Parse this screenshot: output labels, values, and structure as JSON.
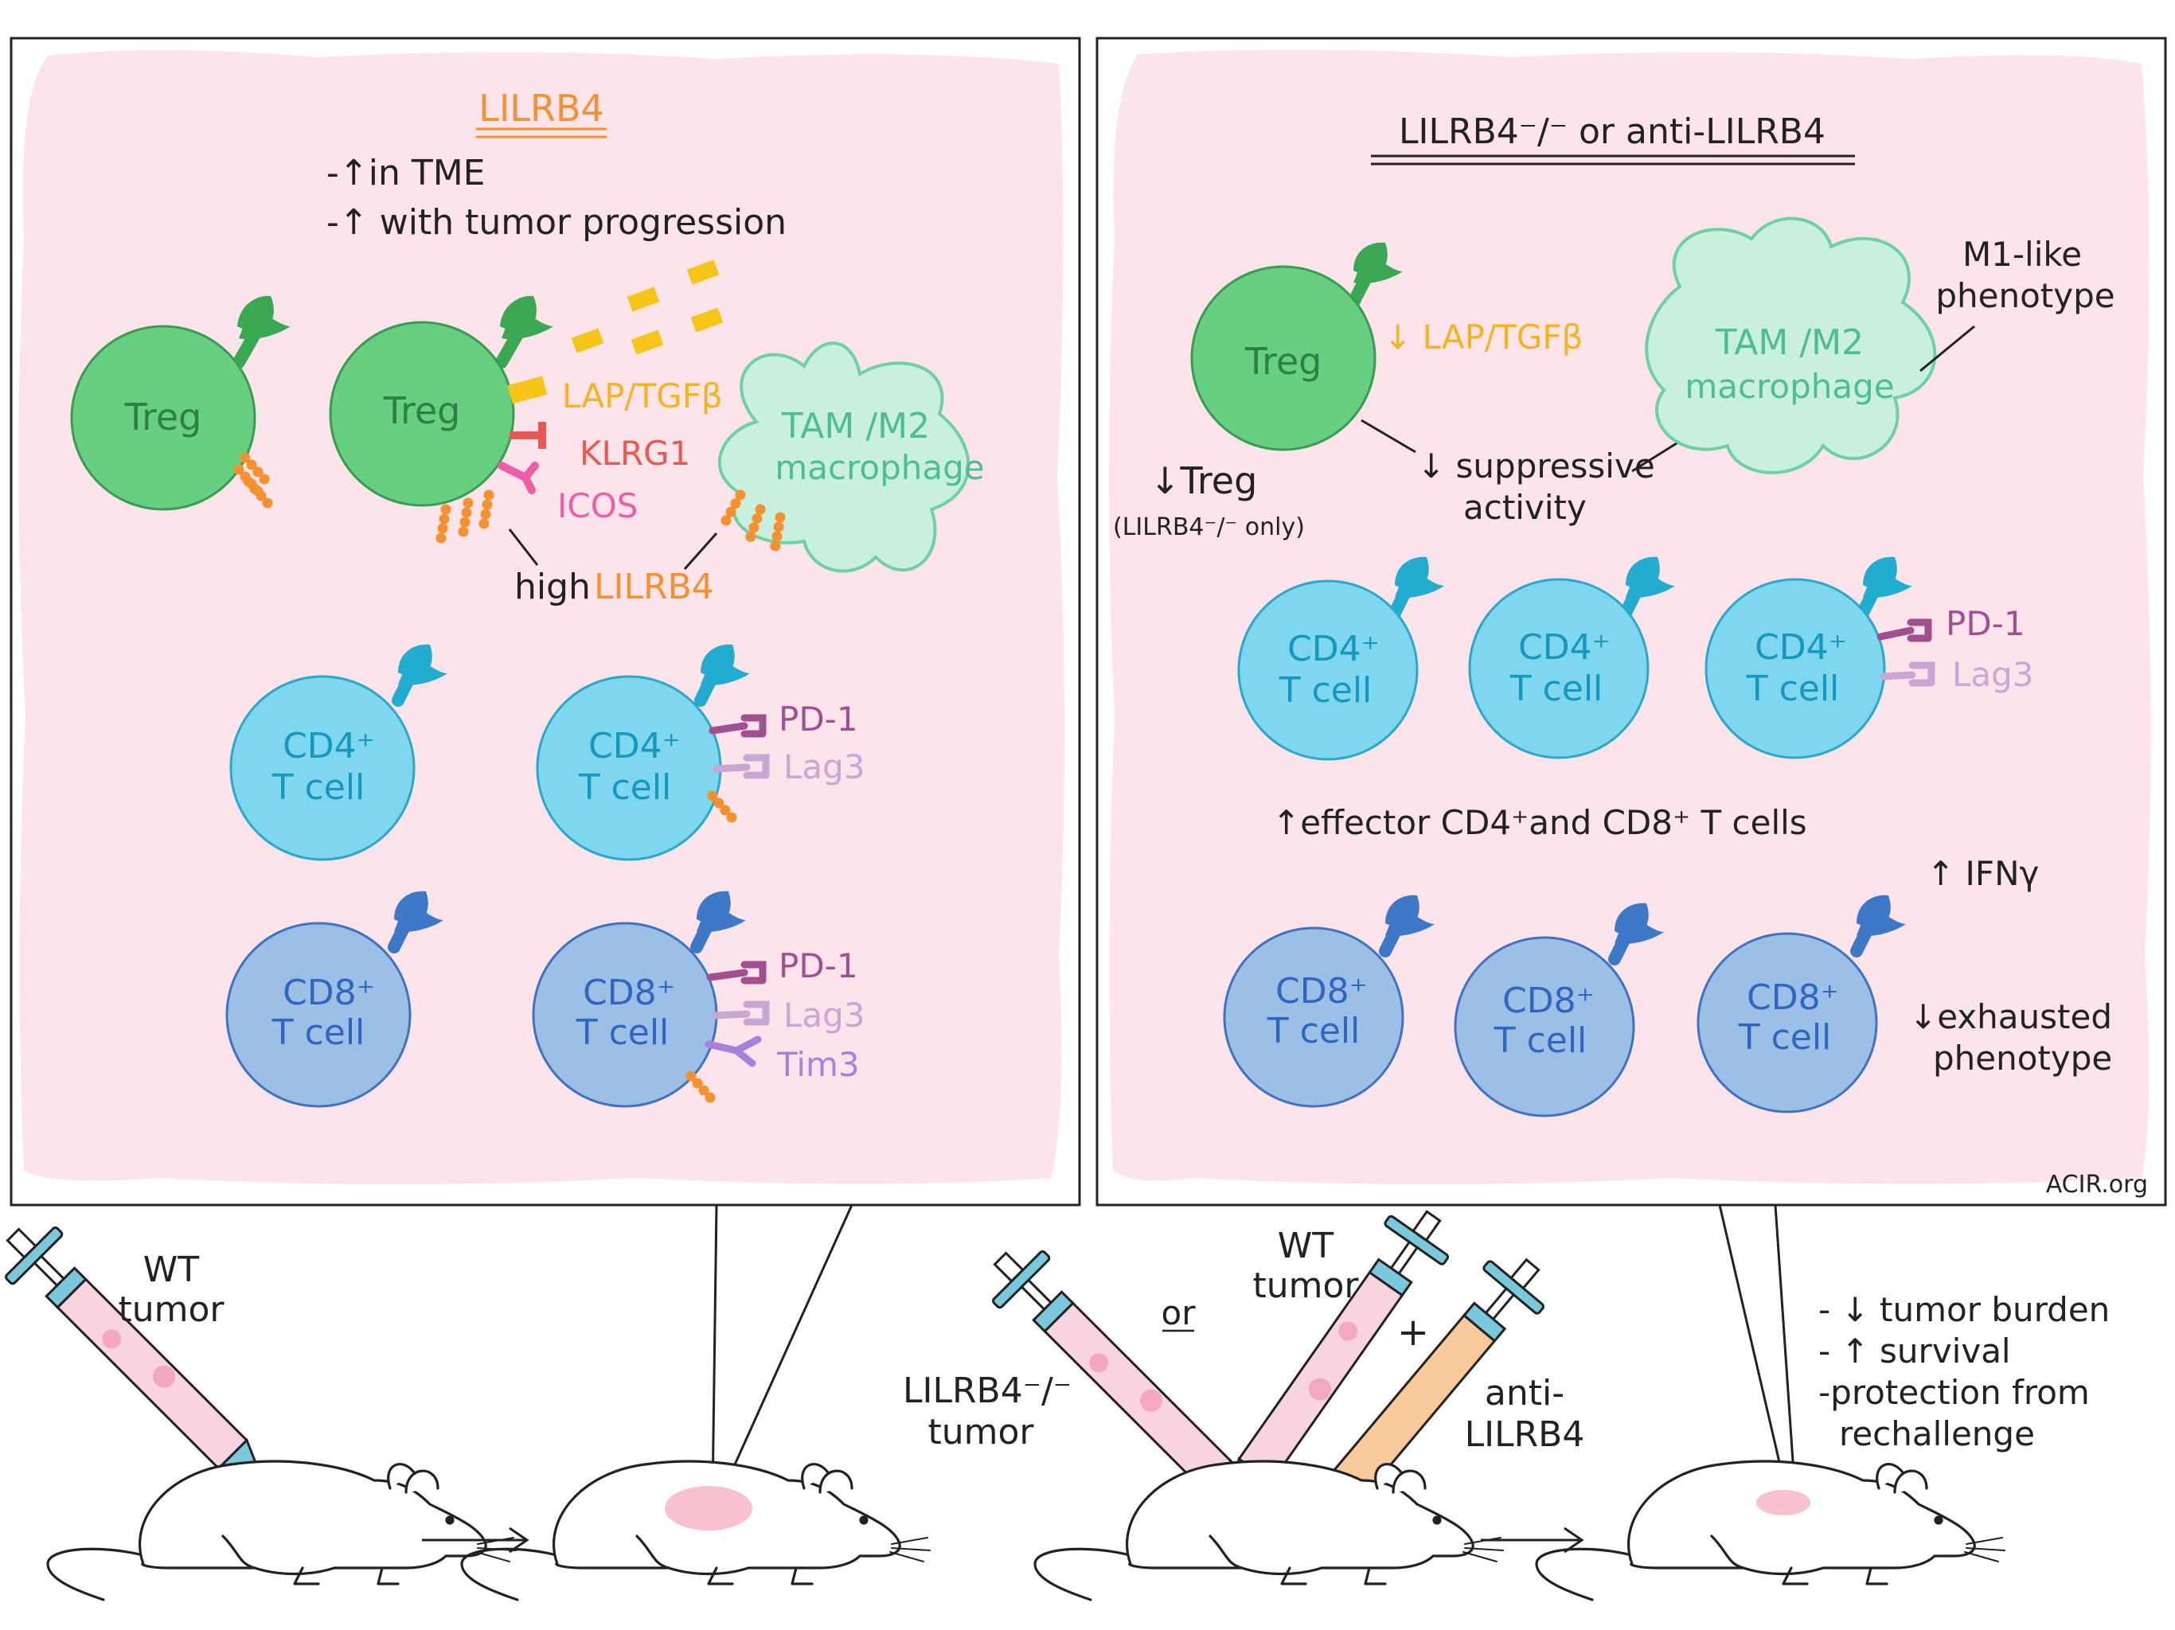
{
  "colors": {
    "bg_pink": "#fde4ea",
    "treg_fill": "#66cf80",
    "treg_stroke": "#3a9b52",
    "treg_text": "#2f7f44",
    "treg_receptor": "#3aa852",
    "cd4_fill": "#7fd6ef",
    "cd4_stroke": "#2aa7c9",
    "cd4_text": "#1697bd",
    "cd4_receptor": "#22acd0",
    "cd8_fill": "#9cbfe6",
    "cd8_stroke": "#3f72bf",
    "cd8_text": "#2f66bf",
    "cd8_receptor": "#3e79c8",
    "tam_fill": "#c9f0dd",
    "tam_stroke": "#6ed1a4",
    "tam_text": "#4cbf8f",
    "orange": "#f5912f",
    "yellow": "#f6c518",
    "lap_text": "#f4b41f",
    "klrg1": "#e65a52",
    "icos": "#ec5ea6",
    "pd1": "#a04f8f",
    "lag3": "#caa6d4",
    "tim3": "#a881dc"
  },
  "left": {
    "title": "LILRB4",
    "bullets": [
      "-↑in TME",
      "-↑ with tumor progression"
    ],
    "treg_label": "Treg",
    "lap": "LAP/TGFβ",
    "klrg1": "KLRG1",
    "icos": "ICOS",
    "tam": [
      "TAM /M2",
      "macrophage"
    ],
    "high_prefix": "high",
    "high_lilrb4": "LILRB4",
    "cd4": [
      "CD4⁺",
      "T cell"
    ],
    "cd8": [
      "CD8⁺",
      "T cell"
    ],
    "pd1": "PD-1",
    "lag3": "Lag3",
    "tim3": "Tim3"
  },
  "right": {
    "title": "LILRB4⁻/⁻  or  anti-LILRB4",
    "treg_label": "Treg",
    "lap_down": "↓ LAP/TGFβ",
    "tam": [
      "TAM /M2",
      "macrophage"
    ],
    "m1": [
      "M1-like",
      "phenotype"
    ],
    "suppressive": [
      "↓ suppressive",
      "activity"
    ],
    "treg_down": "↓Treg",
    "treg_note": "(LILRB4⁻/⁻ only)",
    "cd4": [
      "CD4⁺",
      "T cell"
    ],
    "cd8": [
      "CD8⁺",
      "T cell"
    ],
    "pd1": "PD-1",
    "lag3": "Lag3",
    "effector": "↑effector CD4⁺and CD8⁺ T cells",
    "ifng": "↑ IFNγ",
    "exhausted": [
      "↓exhausted",
      "phenotype"
    ],
    "credit": "ACIR.org"
  },
  "bottom": {
    "wt_tumor_1": [
      "WT",
      "tumor"
    ],
    "or": "or",
    "wt_tumor_2": [
      "WT",
      "tumor"
    ],
    "lilrb4_tumor": [
      "LILRB4⁻/⁻",
      "tumor"
    ],
    "plus": "+",
    "anti": [
      "anti-",
      "LILRB4"
    ],
    "outcomes": [
      "- ↓ tumor burden",
      "- ↑ survival",
      "-protection from",
      "rechallenge"
    ]
  }
}
